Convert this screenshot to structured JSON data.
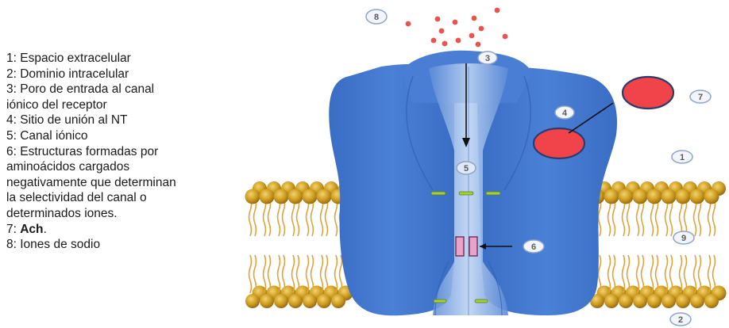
{
  "legend": {
    "l1": "1: Espacio extracelular",
    "l2": "2: Dominio intracelular",
    "l3": "3: Poro de entrada al canal",
    "l3b": "iónico del receptor",
    "l4": "4: Sitio de unión al NT",
    "l5": "5: Canal iónico",
    "l6": "6: Estructuras formadas por",
    "l6b": "aminoácidos cargados",
    "l6c": "negativamente que determinan",
    "l6d": "la selectividad del canal o",
    "l6e": "determinados iones.",
    "l7_prefix": "7: ",
    "l7_bold": "Ach",
    "l7_suffix": ".",
    "l8": "8: Iones de sodio"
  },
  "markers": {
    "m1": "1",
    "m2": "2",
    "m3": "3",
    "m4": "4",
    "m5": "5",
    "m6": "6",
    "m7": "7",
    "m8": "8",
    "m9": "9"
  },
  "colors": {
    "receptor": "#3f74c9",
    "receptor_light": "#6f9be0",
    "membrane_head": "#c9971c",
    "membrane_tail": "#e0a23a",
    "ion": "#e8554a",
    "ligand": "#f0444a",
    "filter": "#e9a2c8"
  }
}
